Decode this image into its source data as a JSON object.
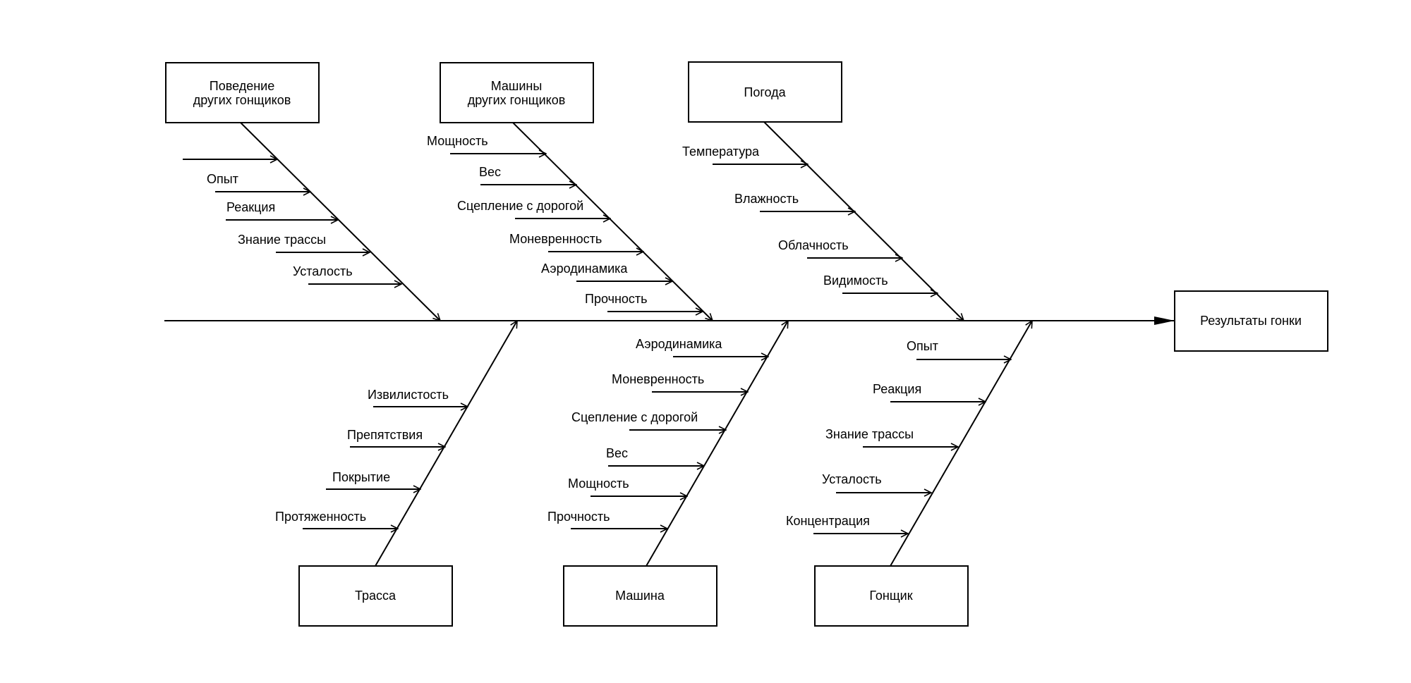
{
  "effect": "Результаты гонки",
  "categories": {
    "other_behavior": {
      "title": [
        "Поведение",
        "других гонщиков"
      ],
      "causes": [
        "",
        "Опыт",
        "Реакция",
        "Знание трассы",
        "Усталость"
      ]
    },
    "other_cars": {
      "title": [
        "Машины",
        "других гонщиков"
      ],
      "causes": [
        "Мощность",
        "Вес",
        "Сцепление с дорогой",
        "Моневренность",
        "Аэродинамика",
        "Прочность"
      ]
    },
    "weather": {
      "title": [
        "Погода"
      ],
      "causes": [
        "Температура",
        "Влажность",
        "Облачность",
        "Видимость"
      ]
    },
    "track": {
      "title": [
        "Трасса"
      ],
      "causes": [
        "Извилистость",
        "Препятствия",
        "Покрытие",
        "Протяженность"
      ]
    },
    "car": {
      "title": [
        "Машина"
      ],
      "causes": [
        "Аэродинамика",
        "Моневренность",
        "Сцепление с дорогой",
        "Вес",
        "Мощность",
        "Прочность"
      ]
    },
    "driver": {
      "title": [
        "Гонщик"
      ],
      "causes": [
        "Опыт",
        "Реакция",
        "Знание трассы",
        "Усталость",
        "Концентрация"
      ]
    }
  }
}
